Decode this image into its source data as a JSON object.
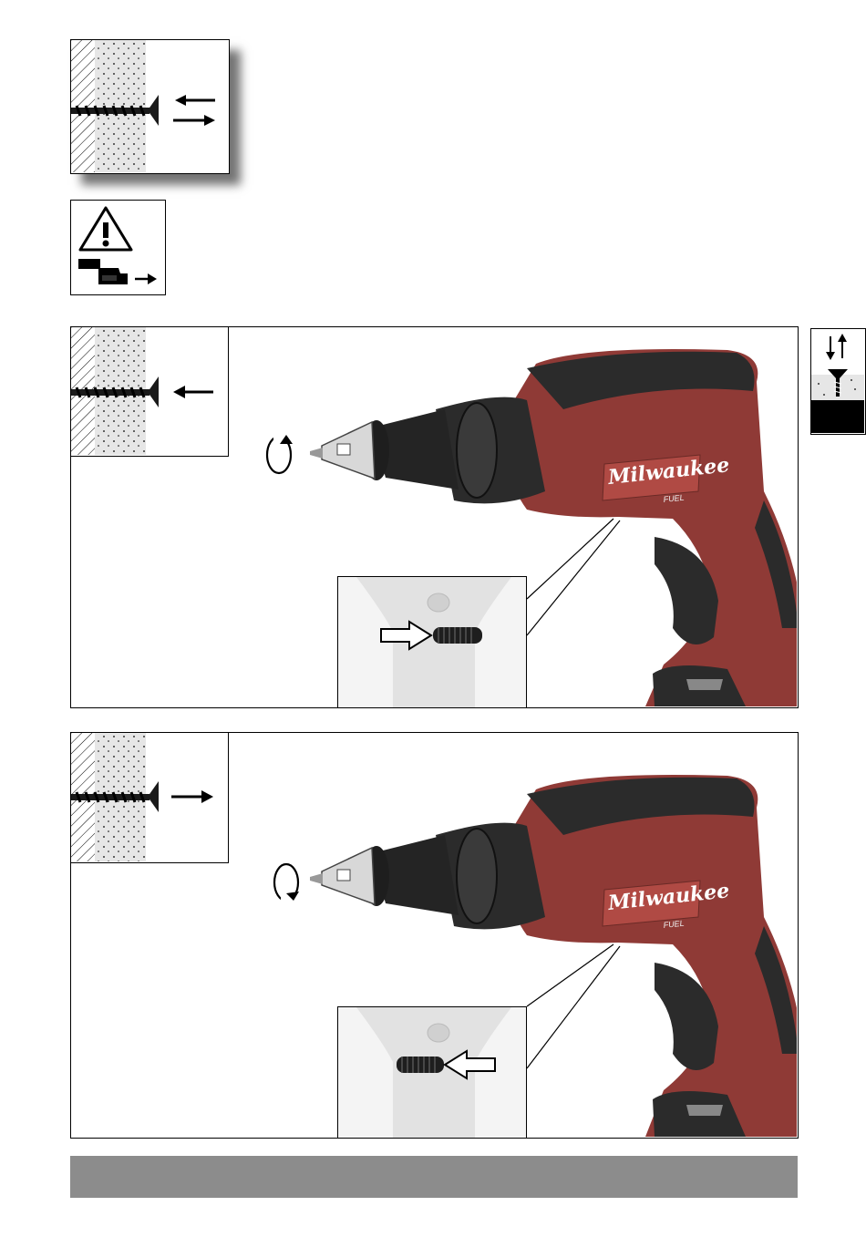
{
  "colors": {
    "footer_bar": "#8c8c8c",
    "tool_red": "#8f3a36",
    "tool_dark": "#2b2b2b",
    "tab_black": "#000000"
  },
  "panels": [
    {
      "id": "remove-screw",
      "direction": "out",
      "rotation": "counterclockwise"
    },
    {
      "id": "drive-screw",
      "direction": "in",
      "rotation": "clockwise"
    }
  ],
  "tool": {
    "brand": "Milwaukee",
    "line": "FUEL"
  },
  "icons": [
    "double-arrow-icon",
    "warning-triangle-icon",
    "battery-remove-icon",
    "screw-depth-tab-icon"
  ]
}
